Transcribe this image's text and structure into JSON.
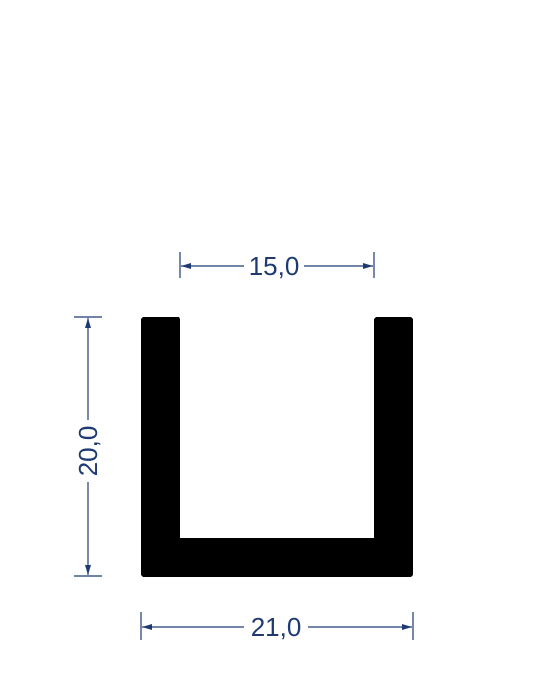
{
  "profile": {
    "shape": "U-channel",
    "fill_color": "#000000"
  },
  "dimensions": {
    "color": "#1f3a73",
    "inner_width": "15,0",
    "height": "20,0",
    "outer_width": "21,0"
  }
}
